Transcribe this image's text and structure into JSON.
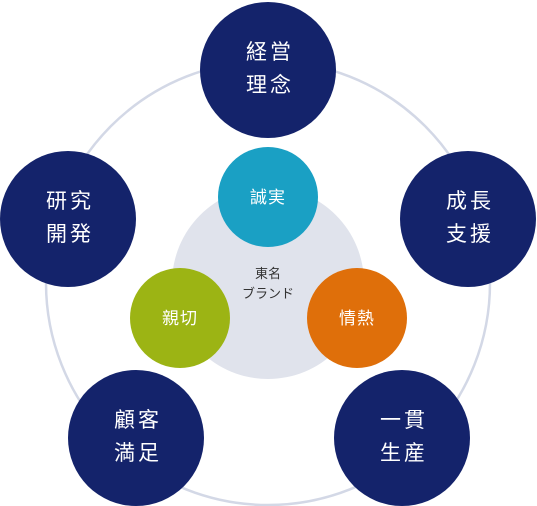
{
  "colors": {
    "outer_node": "#14236b",
    "ring": "#d3d8e6",
    "center_disc": "#e0e3ec",
    "sincerity": "#1aa0c4",
    "passion": "#df6f0a",
    "kindness": "#9cb414"
  },
  "center": {
    "line1": "東名",
    "line2": "ブランド"
  },
  "outer_nodes": [
    {
      "id": "management-philosophy",
      "line1": "経営",
      "line2": "理念"
    },
    {
      "id": "growth-support",
      "line1": "成長",
      "line2": "支援"
    },
    {
      "id": "integrated-production",
      "line1": "一貫",
      "line2": "生産"
    },
    {
      "id": "customer-satisfaction",
      "line1": "顧客",
      "line2": "満足"
    },
    {
      "id": "research-development",
      "line1": "研究",
      "line2": "開発"
    }
  ],
  "inner_nodes": [
    {
      "id": "sincerity",
      "label": "誠実"
    },
    {
      "id": "passion",
      "label": "情熱"
    },
    {
      "id": "kindness",
      "label": "親切"
    }
  ]
}
